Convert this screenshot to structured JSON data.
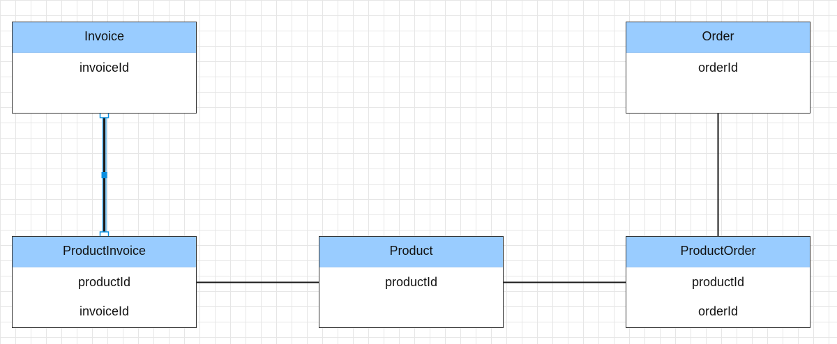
{
  "colors": {
    "header_fill": "#99ccff",
    "selection": "#0a8fe0",
    "line": "#1a1a1a"
  },
  "entities": {
    "invoice": {
      "name": "Invoice",
      "attributes": [
        "invoiceId"
      ]
    },
    "order": {
      "name": "Order",
      "attributes": [
        "orderId"
      ]
    },
    "product_invoice": {
      "name": "ProductInvoice",
      "attributes": [
        "productId",
        "invoiceId"
      ]
    },
    "product": {
      "name": "Product",
      "attributes": [
        "productId"
      ]
    },
    "product_order": {
      "name": "ProductOrder",
      "attributes": [
        "productId",
        "orderId"
      ]
    }
  }
}
